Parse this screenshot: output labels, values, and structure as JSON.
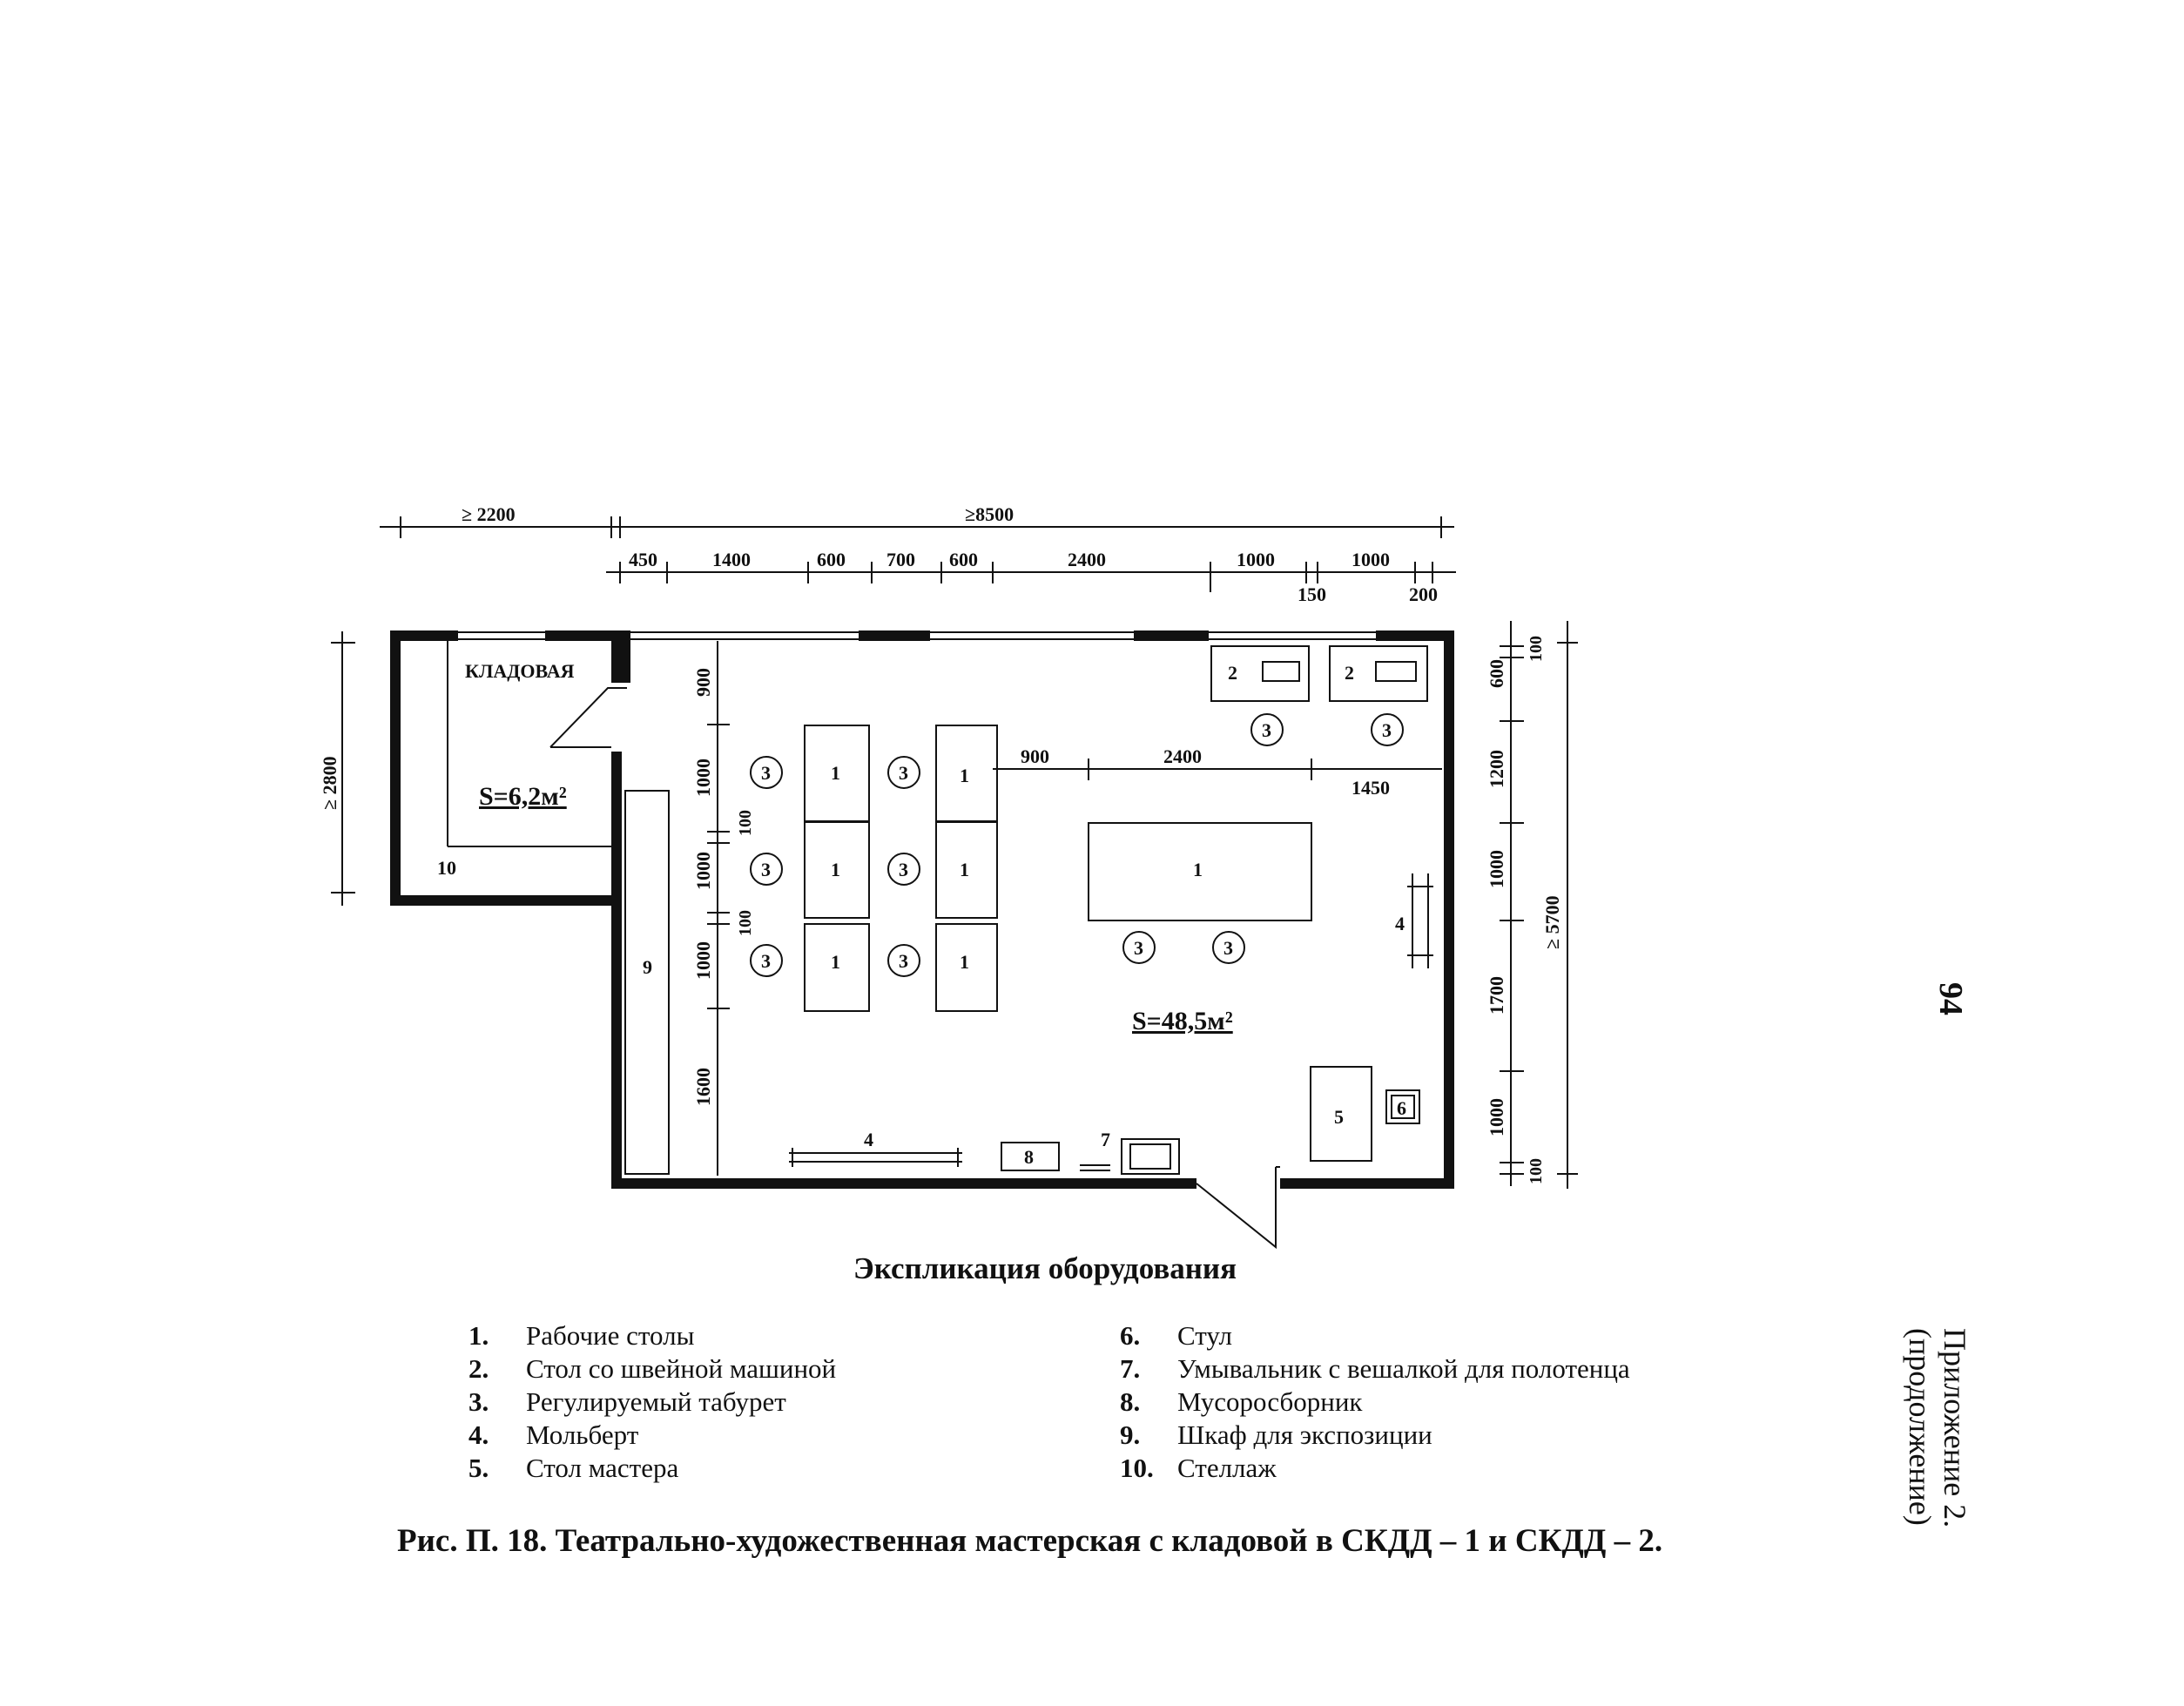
{
  "page": {
    "page_number": "94",
    "appendix_label": "Приложение 2.",
    "appendix_cont": "(продолжение)"
  },
  "plan": {
    "storage_room_label": "КЛАДОВАЯ",
    "storage_area": "S=6,2м²",
    "main_area": "S=48,5м²",
    "dims_top_overall": [
      "≥ 2200",
      "≥8500"
    ],
    "dims_top_detail": [
      "450",
      "1400",
      "600",
      "700",
      "600",
      "2400",
      "1000",
      "1000"
    ],
    "dims_top_sub": [
      "150",
      "200"
    ],
    "dim_left": "≥ 2800",
    "dims_inner_left": [
      "900",
      "1000",
      "100",
      "1000",
      "100",
      "1000",
      "1600"
    ],
    "dims_inner_right": [
      "900",
      "2400",
      "1450"
    ],
    "dims_right": [
      "100",
      "600",
      "1200",
      "1000",
      "1700",
      "1000",
      "100"
    ],
    "dim_right_overall": "≥ 5700",
    "item_labels": {
      "worktable": "1",
      "sewing": "2",
      "stool": "3",
      "easel": "4",
      "master": "5",
      "chair": "6",
      "washbasin": "7",
      "bin": "8",
      "cabinet": "9",
      "shelf": "10"
    }
  },
  "explication": {
    "title": "Экспликация оборудования",
    "left": [
      {
        "num": "1.",
        "text": "Рабочие столы"
      },
      {
        "num": "2.",
        "text": "Стол со швейной машиной"
      },
      {
        "num": "3.",
        "text": "Регулируемый табурет"
      },
      {
        "num": "4.",
        "text": "Мольберт"
      },
      {
        "num": "5.",
        "text": "Стол мастера"
      }
    ],
    "right": [
      {
        "num": "6.",
        "text": "Стул"
      },
      {
        "num": "7.",
        "text": "Умывальник с вешалкой для полотенца"
      },
      {
        "num": "8.",
        "text": "Мусоросборник"
      },
      {
        "num": "9.",
        "text": "Шкаф для экспозиции"
      },
      {
        "num": "10.",
        "text": "Стеллаж"
      }
    ]
  },
  "caption": "Рис. П. 18.  Театрально-художественная мастерская с кладовой в СКДД – 1 и СКДД – 2."
}
